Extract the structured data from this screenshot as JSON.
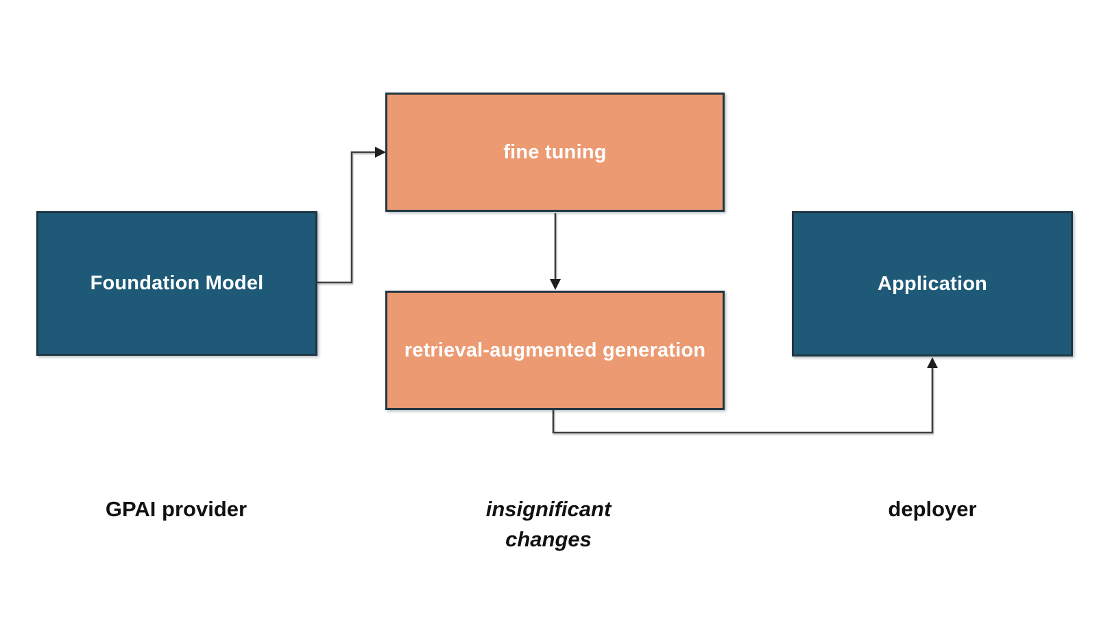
{
  "diagram": {
    "nodes": {
      "foundation_model": {
        "label": "Foundation Model",
        "fill": "#1E5A78",
        "text_color": "#FFFFFF"
      },
      "fine_tuning": {
        "label": "fine tuning",
        "fill": "#EC9A72",
        "text_color": "#FFFFFF"
      },
      "retrieval_augmented_generation": {
        "label": "retrieval-augmented generation",
        "fill": "#EC9A72",
        "text_color": "#FFFFFF"
      },
      "application": {
        "label": "Application",
        "fill": "#1E5A78",
        "text_color": "#FFFFFF"
      }
    },
    "connectors": [
      {
        "name": "foundation-to-finetuning",
        "from": "foundation_model",
        "to": "fine_tuning"
      },
      {
        "name": "finetuning-to-rag",
        "from": "fine_tuning",
        "to": "retrieval_augmented_generation"
      },
      {
        "name": "rag-to-application",
        "from": "retrieval_augmented_generation",
        "to": "application"
      }
    ],
    "captions": {
      "gpai_provider": {
        "text": "GPAI provider",
        "style": "normal"
      },
      "insignificant_changes": {
        "line1": "insignificant",
        "line2": "changes",
        "style": "italic"
      },
      "deployer": {
        "text": "deployer",
        "style": "normal"
      }
    },
    "colors": {
      "node_blue": "#1E5A78",
      "node_orange": "#EC9A72",
      "node_border": "#203642",
      "connector": "#404040",
      "connector_head": "#1F1F1F",
      "caption_text": "#111111",
      "background": "#FFFFFF"
    }
  }
}
